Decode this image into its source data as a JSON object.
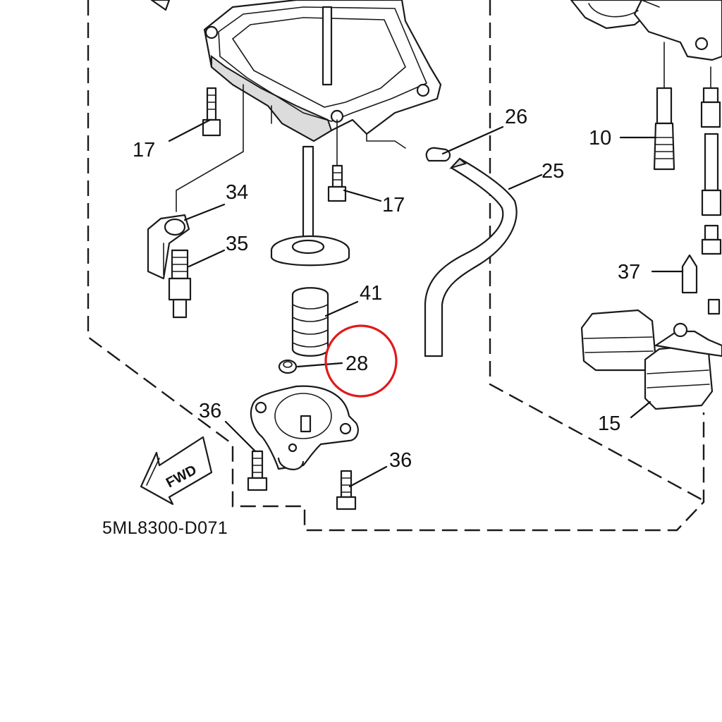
{
  "diagram": {
    "code": "5ML8300-D071",
    "direction_label": "FWD",
    "highlight_color": "#e0191b",
    "line_color": "#1a1a1a",
    "callouts": {
      "float_chamber_screw_left": "17",
      "float_chamber_screw_right": "17",
      "drain_hose": "25",
      "hose_clamp": "26",
      "spacer": "28",
      "pilot_screw": "10",
      "plate": "34",
      "screw_35": "35",
      "cover_screw_left": "36",
      "cover_screw_right": "36",
      "float_valve": "37",
      "spring": "41",
      "float": "15"
    },
    "highlighted_part": "28"
  }
}
